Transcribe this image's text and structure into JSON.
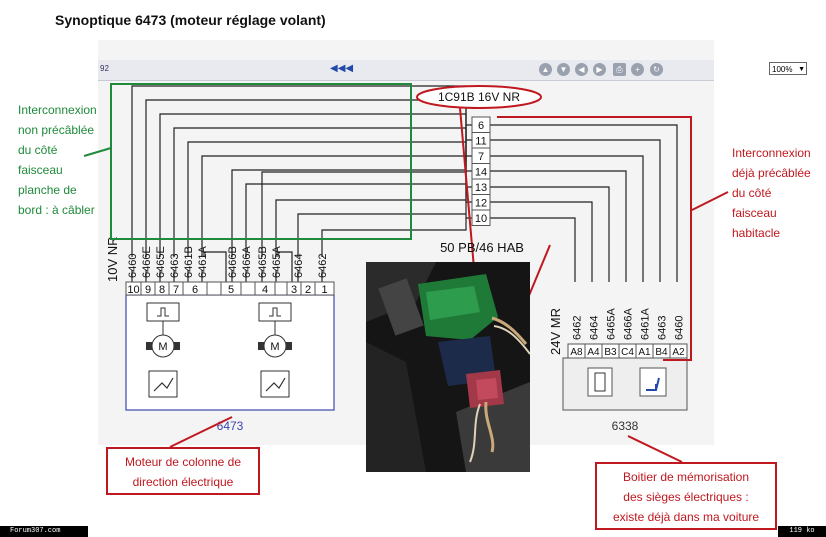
{
  "title": "Synoptique 6473 (moteur réglage volant)",
  "toolbar": {
    "page_number": "92",
    "rewind_icon": "rewind-icon",
    "zoom": "100%",
    "buttons": [
      "up-icon",
      "down-icon",
      "previous-icon",
      "next-icon",
      "print-icon",
      "add-icon",
      "refresh-icon"
    ]
  },
  "callouts": {
    "green": [
      "Interconnexion",
      "non précâblée",
      "du côté",
      "faisceau",
      "planche de",
      "bord : à câbler"
    ],
    "red_right": [
      "Interconnexion",
      "déjà précâblée",
      "du côté",
      "faisceau",
      "habitacle"
    ],
    "moteur": [
      "Moteur de colonne de",
      "direction électrique"
    ],
    "boitier": [
      "Boitier de mémorisation",
      "des sièges électriques :",
      "existe déjà dans ma voiture"
    ]
  },
  "connector": {
    "label": "1C91B 16V NR",
    "pins": [
      "6",
      "11",
      "7",
      "14",
      "13",
      "12",
      "10"
    ]
  },
  "left_module": {
    "id": "6473",
    "connector_label": "10V NR",
    "wires": [
      "6460",
      "6466E",
      "6465E",
      "6463",
      "6461B",
      "6461A",
      "6466B",
      "6466A",
      "6465B",
      "6465A",
      "6464",
      "6462"
    ],
    "pins": [
      "10",
      "9",
      "8",
      "7",
      "6",
      "5",
      "4",
      "3",
      "2",
      "1"
    ]
  },
  "right_module": {
    "id": "6338",
    "connector_label": "24V MR",
    "wires": [
      "6462",
      "6464",
      "6465A",
      "6466A",
      "6461A",
      "6463",
      "6460"
    ],
    "pins": [
      "A8",
      "A4",
      "B3",
      "C4",
      "A1",
      "B4",
      "A2"
    ]
  },
  "photo_label": "50 PB/46 HAB",
  "footer": {
    "left": "Forum307.com",
    "right": "119 ko"
  },
  "colors": {
    "green": "#1f8a3b",
    "red": "#c0181f",
    "module_border": "#3c45b0",
    "wire": "#222222"
  }
}
